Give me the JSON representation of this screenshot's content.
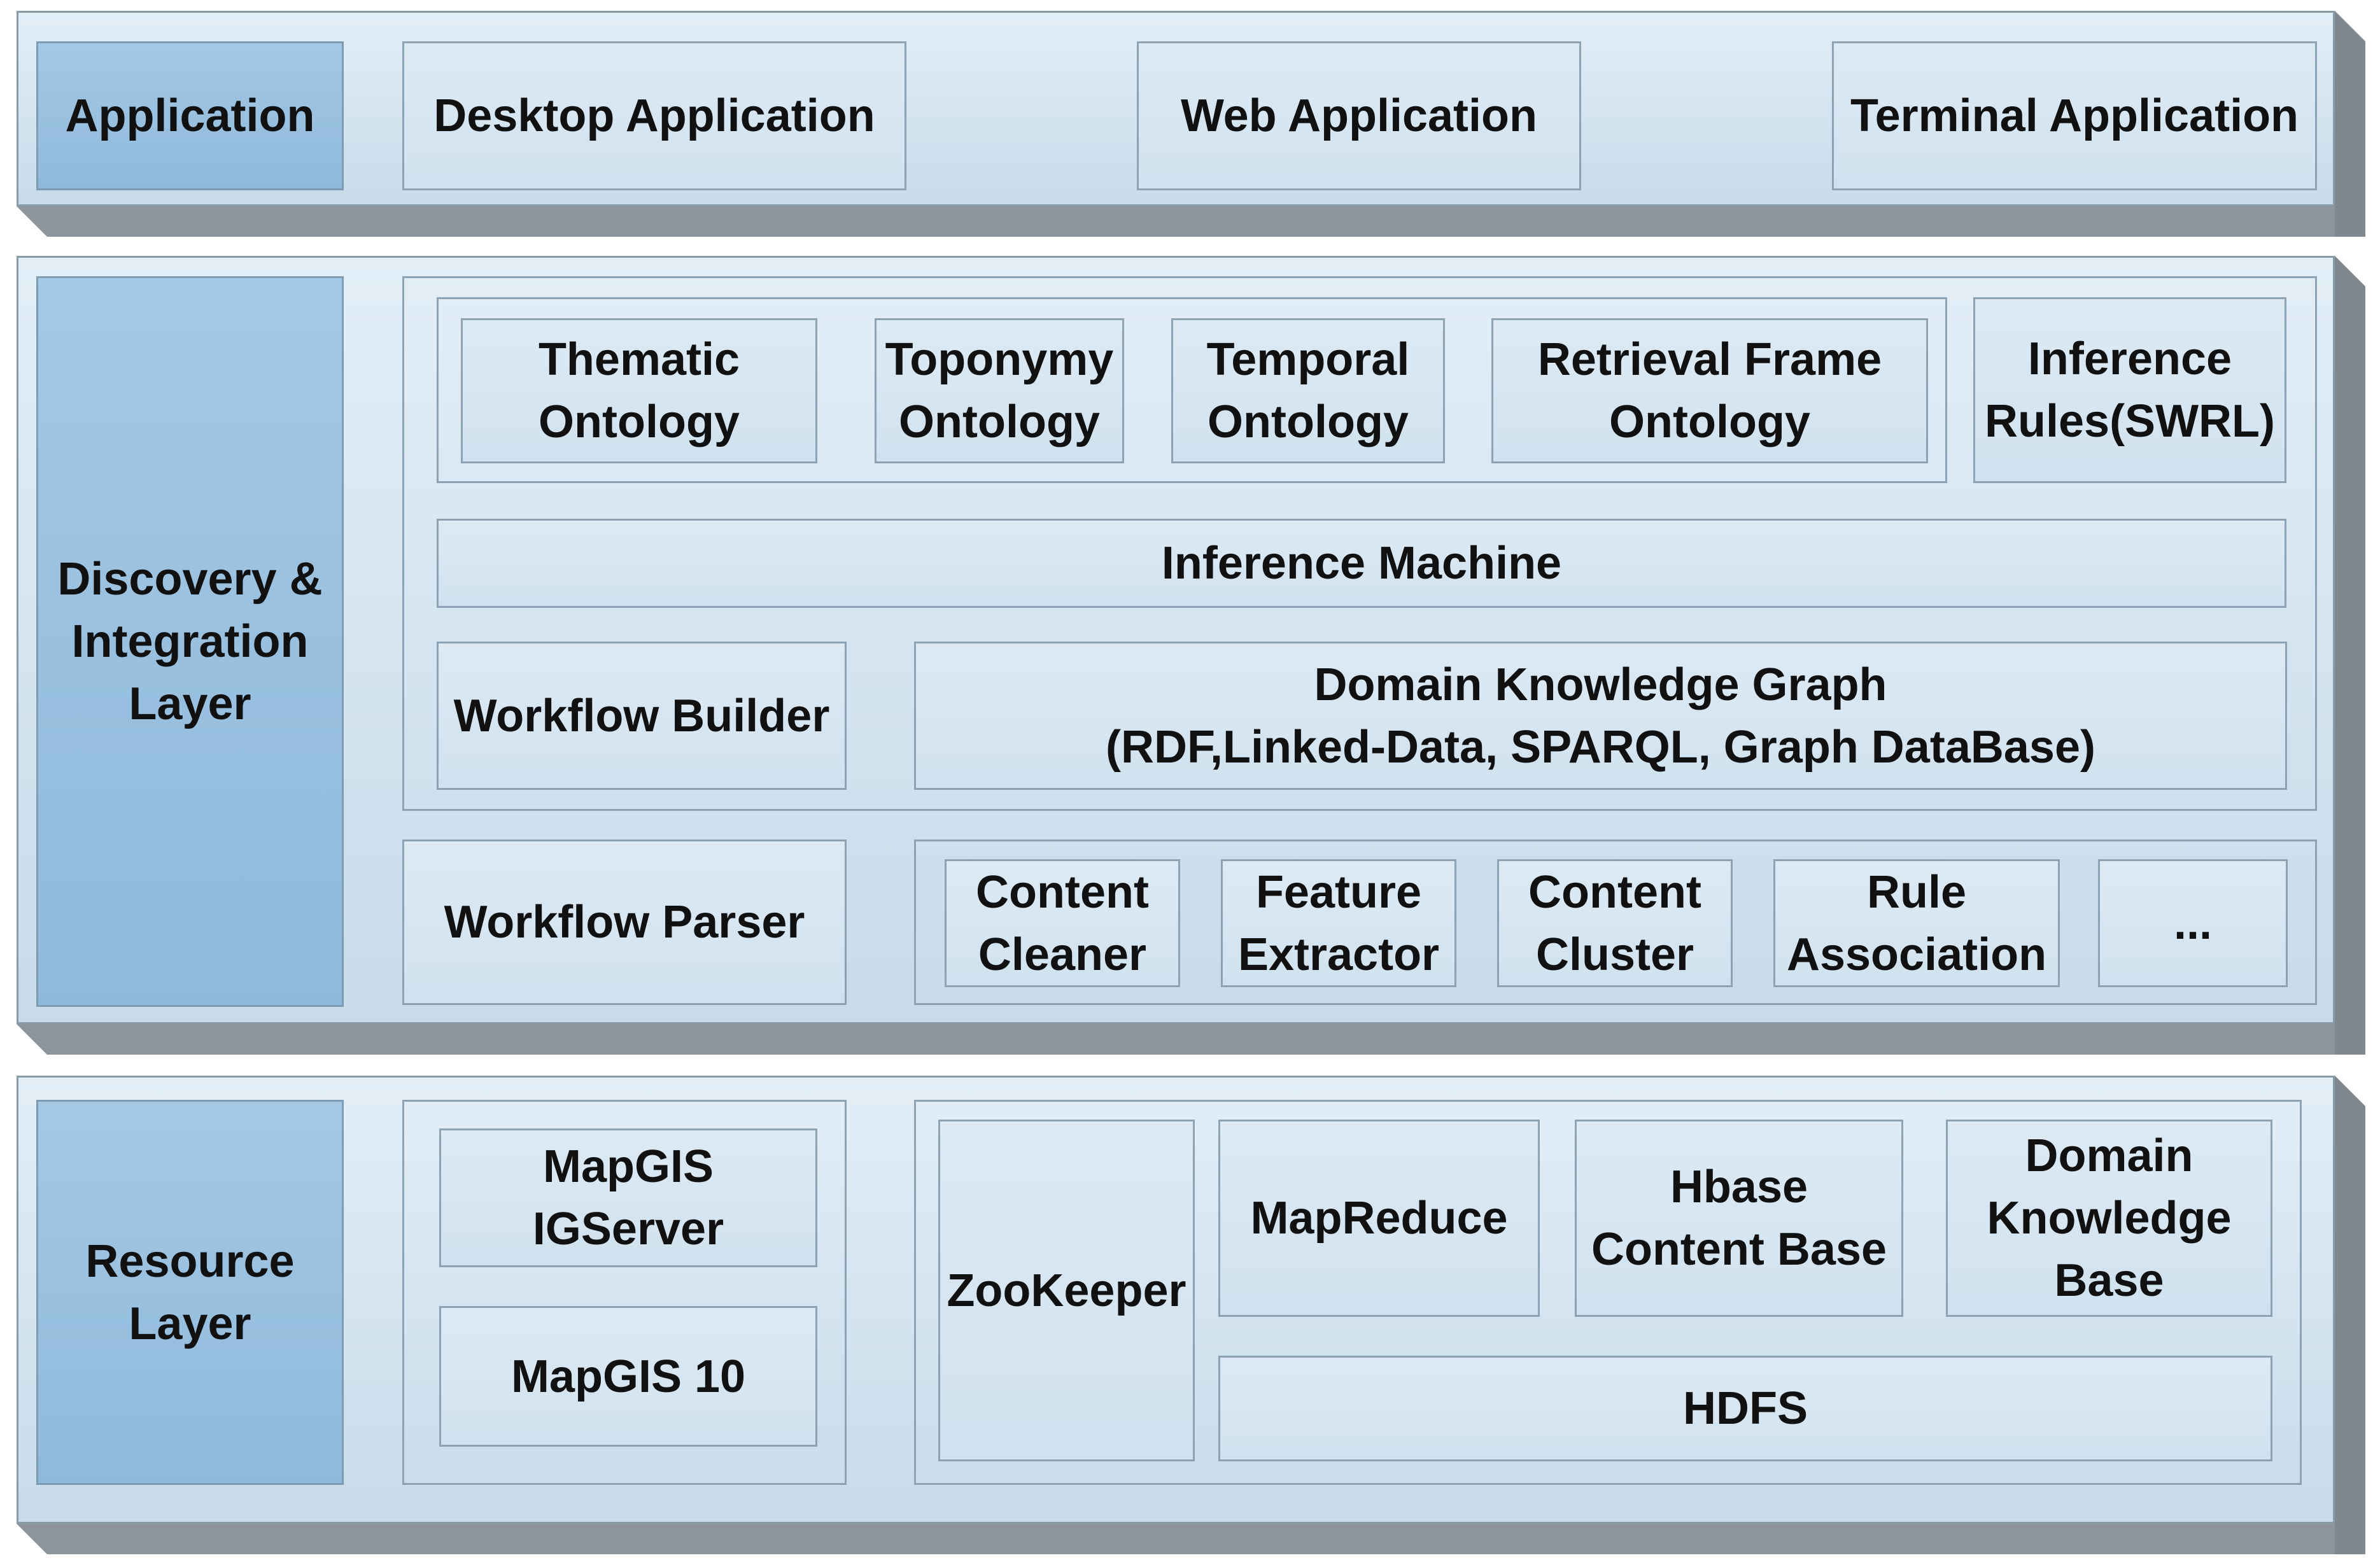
{
  "application_layer": {
    "label": "Application",
    "items": [
      "Desktop Application",
      "Web Application",
      "Terminal Application"
    ]
  },
  "discovery_layer": {
    "label": "Discovery &\nIntegration\nLayer",
    "ontologies": [
      "Thematic\nOntology",
      "Toponymy\nOntology",
      "Temporal\nOntology",
      "Retrieval Frame\nOntology"
    ],
    "inference_rules": "Inference\nRules(SWRL)",
    "inference_machine": "Inference Machine",
    "workflow_builder": "Workflow Builder",
    "domain_knowledge_graph": "Domain Knowledge Graph\n(RDF,Linked-Data, SPARQL, Graph DataBase)",
    "workflow_parser": "Workflow Parser",
    "processors": [
      "Content\nCleaner",
      "Feature\nExtractor",
      "Content\nCluster",
      "Rule\nAssociation",
      "..."
    ]
  },
  "resource_layer": {
    "label": "Resource\nLayer",
    "mapgis_igserver": "MapGIS\nIGServer",
    "mapgis_10": "MapGIS 10",
    "zookeeper": "ZooKeeper",
    "mapreduce": "MapReduce",
    "hbase": "Hbase\nContent Base",
    "domain_knowledge_base": "Domain\nKnowledge\nBase",
    "hdfs": "HDFS"
  }
}
